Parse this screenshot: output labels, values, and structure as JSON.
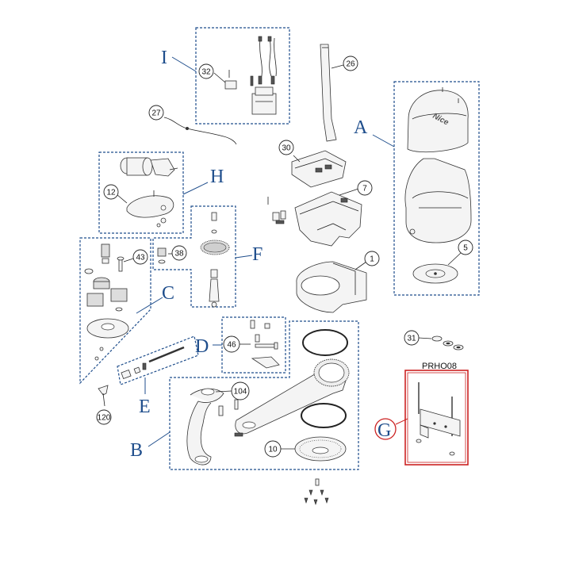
{
  "groups": {
    "A": "A",
    "B": "B",
    "C": "C",
    "D": "D",
    "E": "E",
    "F": "F",
    "G": "G",
    "H": "H",
    "I": "I"
  },
  "parts": {
    "p1": "1",
    "p5": "5",
    "p7": "7",
    "p10": "10",
    "p12": "12",
    "p26": "26",
    "p27": "27",
    "p30": "30",
    "p31": "31",
    "p32": "32",
    "p38": "38",
    "p43": "43",
    "p46": "46",
    "p104": "104",
    "p120": "120"
  },
  "kit_code": "PRHO08",
  "logo_text": "Nice",
  "colors": {
    "group_label": "#1f4e8c",
    "highlight": "#cc2222"
  }
}
